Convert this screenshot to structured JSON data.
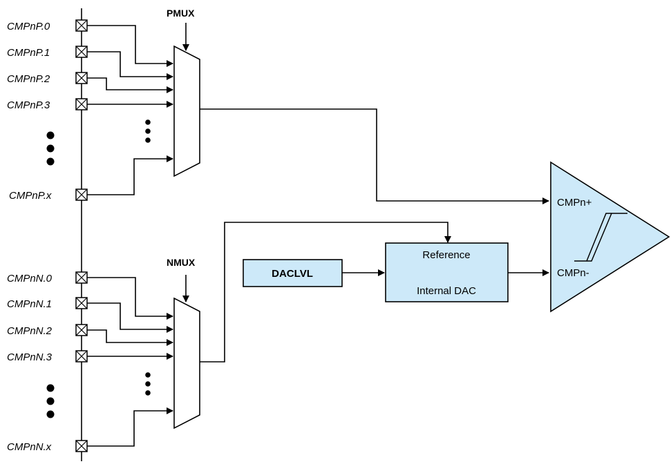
{
  "pmux": {
    "label": "PMUX",
    "pins": [
      "CMPnP.0",
      "CMPnP.1",
      "CMPnP.2",
      "CMPnP.3",
      "CMPnP.x"
    ]
  },
  "nmux": {
    "label": "NMUX",
    "pins": [
      "CMPnN.0",
      "CMPnN.1",
      "CMPnN.2",
      "CMPnN.3",
      "CMPnN.x"
    ]
  },
  "dac": {
    "input_label": "DACLVL",
    "line1": "Reference",
    "line2": "Internal DAC"
  },
  "comparator": {
    "plus_label": "CMPn+",
    "minus_label": "CMPn-"
  },
  "colors": {
    "block_fill": "#cde9f9",
    "line": "#000000"
  }
}
